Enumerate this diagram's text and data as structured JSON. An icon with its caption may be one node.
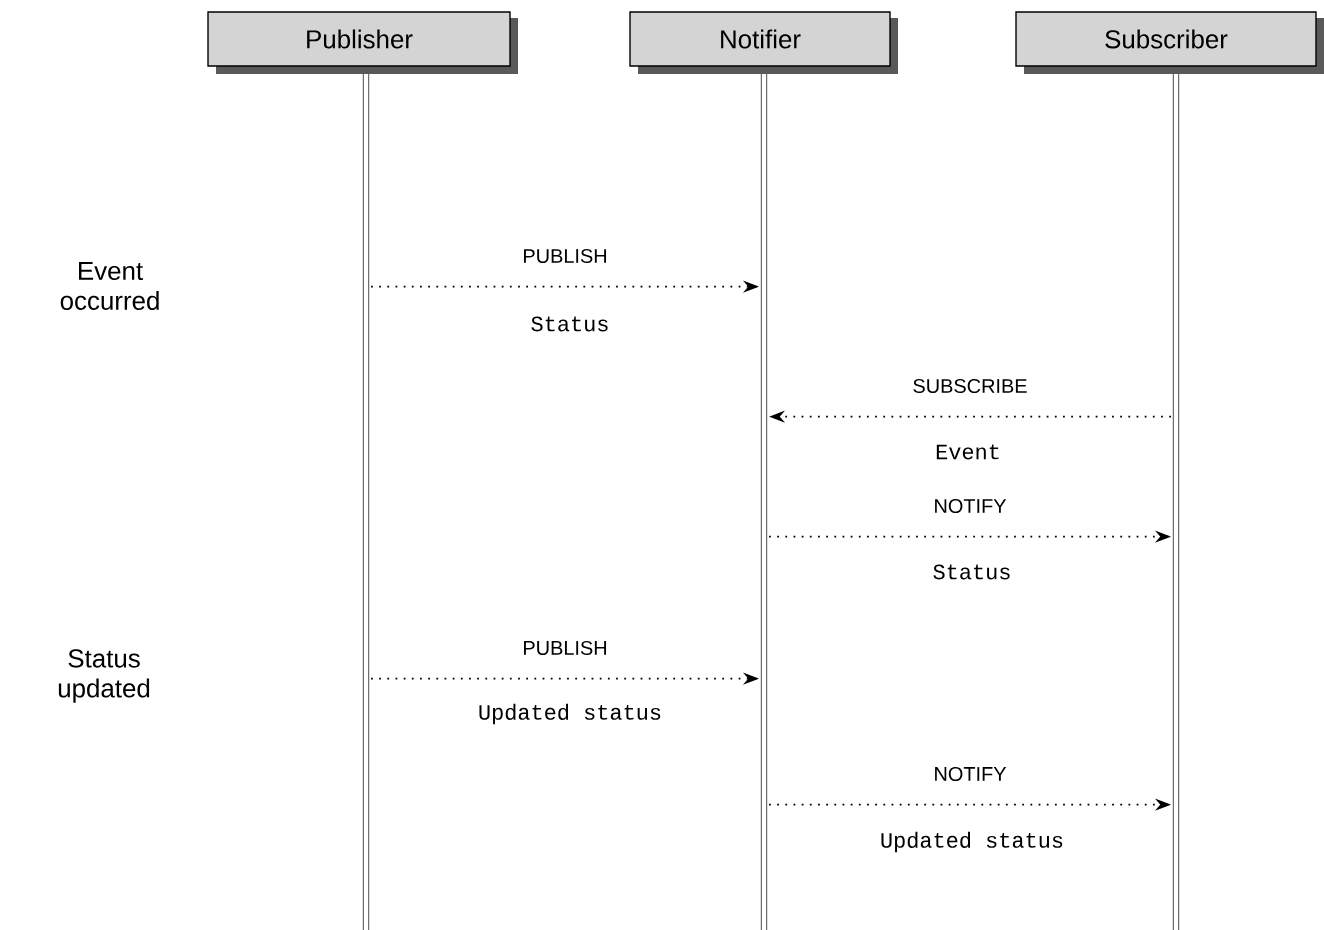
{
  "diagram": {
    "nodes": [
      {
        "text": [
          "Publisher"
        ]
      },
      {
        "text": [
          "Notifier"
        ]
      },
      {
        "text": [
          "Subscriber"
        ]
      }
    ],
    "edges": [
      {
        "from": 0,
        "to": 1,
        "arrow": "to",
        "label": "PUBLISH"
      },
      {
        "from": 2,
        "to": 1,
        "arrow": "to",
        "label": "SUBSCRIBE"
      },
      {
        "from": 1,
        "to": 2,
        "arrow": "to",
        "label": "NOTIFY"
      },
      {
        "from": 0,
        "to": 1,
        "arrow": "to",
        "label": "PUBLISH"
      },
      {
        "from": 1,
        "to": 2,
        "arrow": "to",
        "label": "NOTIFY"
      }
    ],
    "labels": [
      "Event occurred",
      "Status",
      "Event",
      "Status",
      "Status updated",
      "Updated status",
      "Updated status"
    ]
  }
}
